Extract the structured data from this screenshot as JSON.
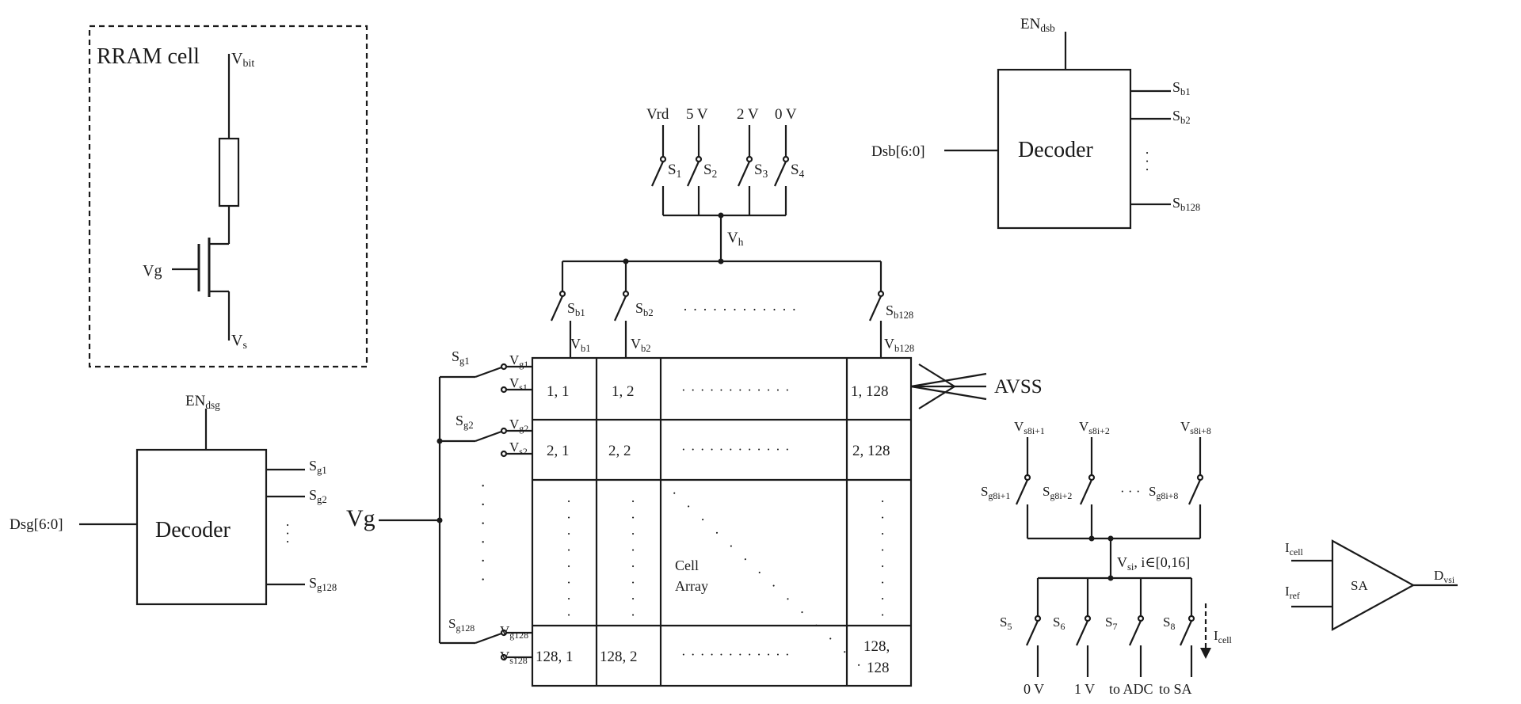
{
  "rram_cell": {
    "title": "RRAM cell",
    "v_bit": {
      "main": "V",
      "sub": "bit"
    },
    "vg": "Vg",
    "v_s": {
      "main": "V",
      "sub": "s"
    }
  },
  "source_switches": {
    "voltages": [
      "Vrd",
      "5 V",
      "2 V",
      "0 V"
    ],
    "switches": [
      {
        "main": "S",
        "sub": "1"
      },
      {
        "main": "S",
        "sub": "2"
      },
      {
        "main": "S",
        "sub": "3"
      },
      {
        "main": "S",
        "sub": "4"
      }
    ],
    "node": {
      "main": "V",
      "sub": "h"
    }
  },
  "bitline_switches": {
    "switches": [
      {
        "main": "S",
        "sub": "b1"
      },
      {
        "main": "S",
        "sub": "b2"
      },
      {
        "main": "S",
        "sub": "b128"
      }
    ],
    "nodes": [
      {
        "main": "V",
        "sub": "b1"
      },
      {
        "main": "V",
        "sub": "b2"
      },
      {
        "main": "V",
        "sub": "b128"
      }
    ],
    "ellipsis": "· · · · · · · · · · · ·"
  },
  "decoder_bit": {
    "label": "Decoder",
    "enable": {
      "main": "EN",
      "sub": "dsb"
    },
    "input": "Dsb[6:0]",
    "outputs": [
      {
        "main": "S",
        "sub": "b1"
      },
      {
        "main": "S",
        "sub": "b2"
      },
      {
        "main": "S",
        "sub": "b128"
      }
    ],
    "vdots": "·  ·  ·"
  },
  "decoder_gate": {
    "label": "Decoder",
    "enable": {
      "main": "EN",
      "sub": "dsg"
    },
    "input": "Dsg[6:0]",
    "outputs": [
      {
        "main": "S",
        "sub": "g1"
      },
      {
        "main": "S",
        "sub": "g2"
      },
      {
        "main": "S",
        "sub": "g128"
      }
    ],
    "vdots": "·  ·  ·"
  },
  "gate_drive": {
    "vg": "Vg",
    "switches": [
      {
        "main": "S",
        "sub": "g1"
      },
      {
        "main": "S",
        "sub": "g2"
      },
      {
        "main": "S",
        "sub": "g128"
      }
    ],
    "gate_nodes": [
      {
        "main": "V",
        "sub": "g1"
      },
      {
        "main": "V",
        "sub": "g2"
      },
      {
        "main": "V",
        "sub": "g128"
      }
    ],
    "source_nodes": [
      {
        "main": "V",
        "sub": "s1"
      },
      {
        "main": "V",
        "sub": "s2"
      },
      {
        "main": "V",
        "sub": "s128"
      }
    ]
  },
  "array": {
    "cells": {
      "r1c1": "1, 1",
      "r1c2": "1, 2",
      "r1c128": "1, 128",
      "r2c1": "2, 1",
      "r2c2": "2, 2",
      "r2c128": "2, 128",
      "r128c1": "128, 1",
      "r128c2": "128, 2",
      "r128c128_a": "128,",
      "r128c128_b": "128"
    },
    "ellipsis": "· · · · · · · · · · · ·",
    "center_label": [
      "Cell",
      "Array"
    ],
    "avss": "AVSS"
  },
  "source_select": {
    "top_nodes": [
      {
        "main": "V",
        "sub": "s8i+1"
      },
      {
        "main": "V",
        "sub": "s8i+2"
      },
      {
        "main": "V",
        "sub": "s8i+8"
      }
    ],
    "switches": [
      {
        "main": "S",
        "sub": "g8i+1"
      },
      {
        "main": "S",
        "sub": "g8i+2"
      },
      {
        "main": "S",
        "sub": "g8i+8"
      }
    ],
    "ellipsis": "· · ·",
    "node": {
      "main": "V",
      "sub": "si"
    },
    "range": ",   i∈[0,16]",
    "bottom_switches": [
      {
        "main": "S",
        "sub": "5"
      },
      {
        "main": "S",
        "sub": "6"
      },
      {
        "main": "S",
        "sub": "7"
      },
      {
        "main": "S",
        "sub": "8"
      }
    ],
    "current": {
      "main": "I",
      "sub": "cell"
    },
    "outputs": [
      "0 V",
      "1 V",
      "to ADC",
      "to SA"
    ]
  },
  "sense_amp": {
    "label": "SA",
    "in1": {
      "main": "I",
      "sub": "cell"
    },
    "in2": {
      "main": "I",
      "sub": "ref"
    },
    "out": {
      "main": "D",
      "sub": "vsi"
    }
  }
}
